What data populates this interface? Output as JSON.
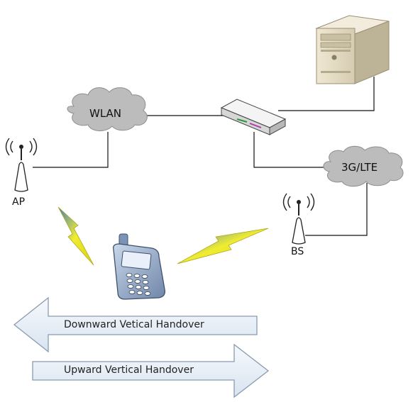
{
  "clouds": {
    "wlan": "WLAN",
    "cellular": "3G/LTE"
  },
  "nodes": {
    "ap": "AP",
    "bs": "BS"
  },
  "arrows": {
    "downward": "Downward Vetical Handover",
    "upward": "Upward Vertical Handover"
  },
  "colors": {
    "cloud": "#bdbdbd",
    "arrow_fill": "#e6eef7",
    "arrow_stroke": "#8a9bb0",
    "lightning": "#e8e020",
    "server": "#e4dcc8"
  }
}
